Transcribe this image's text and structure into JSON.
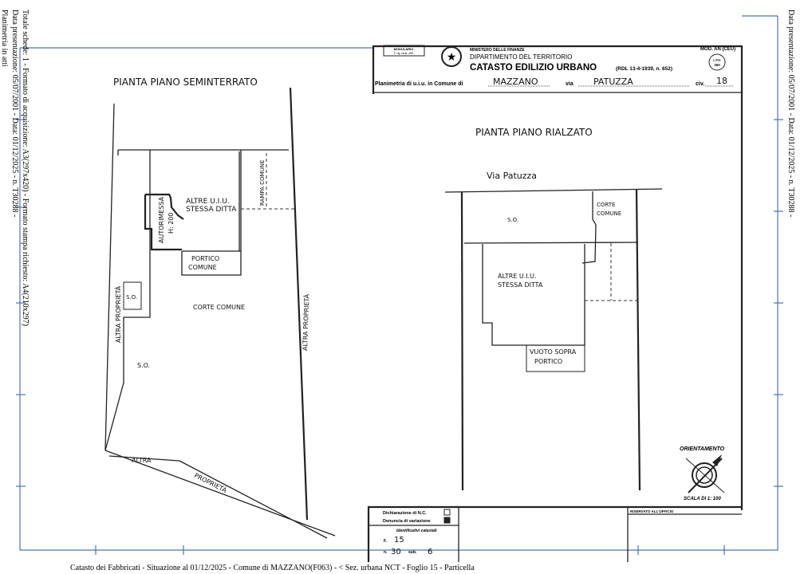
{
  "margins": {
    "left_line1": "Planimetria in atti",
    "left_line2": "Data presentazione: 05/07/2001 - Data: 01/12/2025 - n. T30288 -",
    "left_line3": "Totale schede: 1 - Formato di acquisizione: A3(297x420) - Formato stampa richiesto: A4(210x297)",
    "right_line": "Data presentazione: 05/07/2001 - Data: 01/12/2025 - n. T30288 -",
    "footer": "Catasto dei Fabbricati - Situazione al 01/12/2025 - Comune di MAZZANO(F063) - < Sez. urbana NCT - Foglio 15 - Particella"
  },
  "header": {
    "modulario": "MODULARIO",
    "modulario_sub": "F. rig. rend. 499",
    "ministry": "MINISTERO DELLE FINANZE",
    "department": "DIPARTIMENTO DEL TERRITORIO",
    "title": "CATASTO EDILIZIO URBANO",
    "law": "(RDL 13-4-1939, n. 652)",
    "model": "MOD. AN (CEU)",
    "stamp_line1": "LIRE",
    "stamp_line2": "300",
    "planimetria_label": "Planimetria di u.i.u. in Comune di",
    "comune": "MAZZANO",
    "via_label": "via",
    "via": "PATUZZA",
    "civ_label": "civ.",
    "civ": "18"
  },
  "left_plan": {
    "title": "PIANTA  PIANO  SEMINTERRATO",
    "labels": {
      "altre_uiu": "ALTRE  U.I.U.",
      "stessa_ditta": "STESSA  DITTA",
      "rampa": "RAMPA COMUNE",
      "autorimessa": "AUTORIMESSA",
      "h": "H: 200",
      "portico": "PORTICO",
      "comune": "COMUNE",
      "corte_comune": "CORTE  COMUNE",
      "so_small": "S.O.",
      "so": "S.O.",
      "altra_proprieta_left": "ALTRA  PROPRIETÀ",
      "altra_proprieta_right": "ALTRA  PROPRIETÀ",
      "altra": "ALTRA",
      "proprieta_bottom": "PROPRIETÀ"
    }
  },
  "right_plan": {
    "title": "PIANTA  PIANO  RIALZATO",
    "street": "Via   Patuzza",
    "labels": {
      "so": "S.O.",
      "corte": "CORTE",
      "comune": "COMUNE",
      "altre_uiu": "ALTRE  U.I.U.",
      "stessa_ditta": "STESSA  DITTA",
      "vuoto": "VUOTO  SOPRA",
      "portico": "PORTICO"
    }
  },
  "orientation": {
    "label": "ORIENTAMENTO",
    "scale": "SCALA DI 1: 100"
  },
  "footer_box": {
    "dichiarazione": "Dichiarazione di N.C.",
    "denuncia": "Denuncia di variazione",
    "dichiarazione_checked": false,
    "denuncia_checked": true,
    "identificativi": "Identificativi catastali",
    "foglio_label": "F.",
    "foglio": "15",
    "mappale_label": "n.",
    "mappale": "30",
    "sub_label": "sub.",
    "sub": "6",
    "riservato": "RISERVATO ALL'UFFICIO"
  },
  "colors": {
    "frame_blue": "#4a74b8",
    "ink": "#222222"
  }
}
